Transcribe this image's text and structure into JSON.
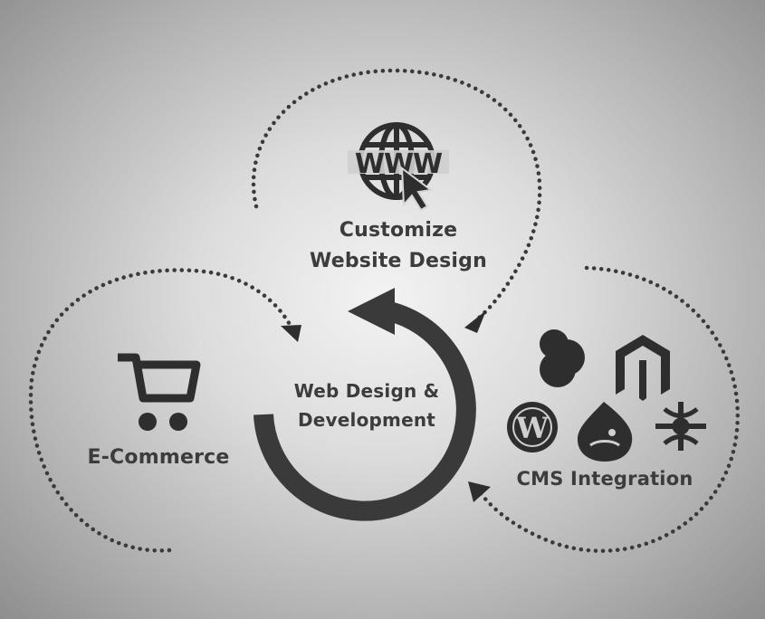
{
  "nodes": {
    "customize": {
      "line1": "Customize",
      "line2": "Website Design",
      "icon": "www-globe-cursor-icon"
    },
    "center": {
      "line1": "Web Design &",
      "line2": "Development",
      "icon": "cycle-arrow-icon"
    },
    "ecommerce": {
      "label": "E-Commerce",
      "icon": "shopping-cart-icon"
    },
    "cms": {
      "label": "CMS Integration",
      "icons": [
        "joomla-icon",
        "magento-icon",
        "wordpress-icon",
        "drupal-icon",
        "cms-logo-icon"
      ]
    }
  },
  "www_text": "WWW",
  "colors": {
    "ink": "#3c3c3c",
    "dots": "#3a3a3a",
    "background": "#c8c8c8"
  }
}
